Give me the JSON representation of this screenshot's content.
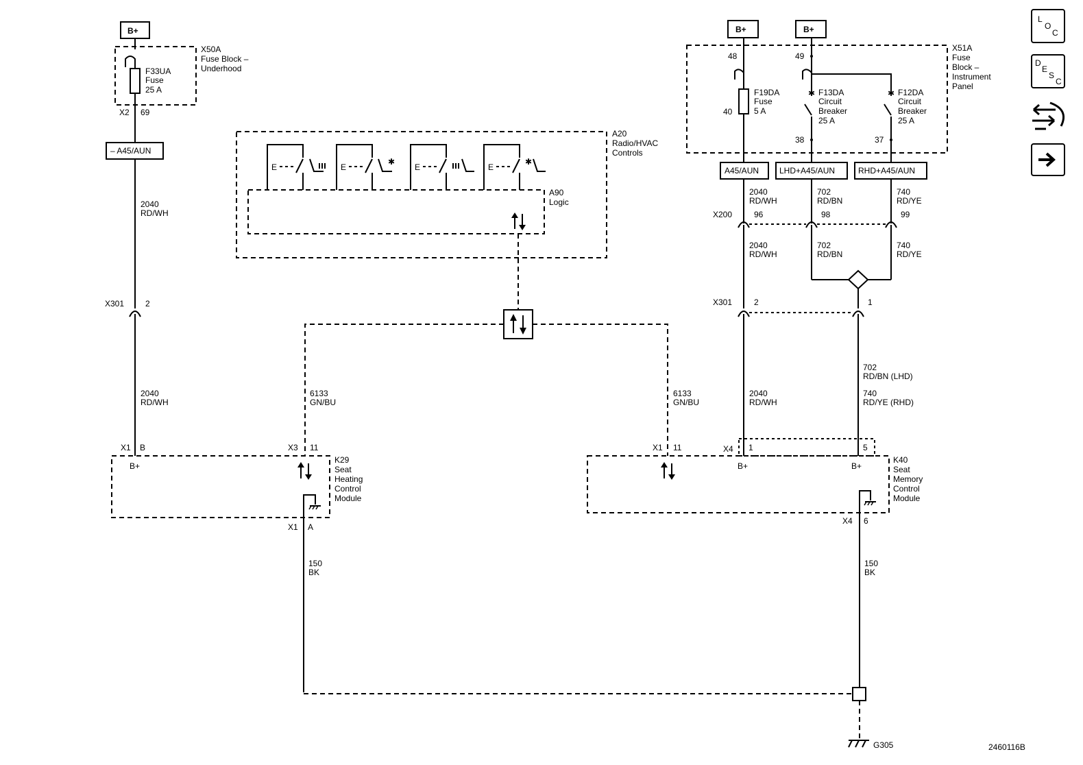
{
  "bplus": "B+",
  "x50a": {
    "id": "X50A",
    "l1": "Fuse Block –",
    "l2": "Underhood",
    "fuse": "F33UA",
    "fuse2": "Fuse",
    "amps": "25 A",
    "conn": "X2",
    "pin": "69"
  },
  "opt_left": "– A45/AUN",
  "wire_2040": "2040",
  "rdwh": "RD/WH",
  "x301": "X301",
  "pin2": "2",
  "pin1": "1",
  "k29": {
    "conn1": "X1",
    "pinB": "B",
    "bplus": "B+",
    "conn3": "X3",
    "pin11": "11",
    "id": "K29",
    "l1": "Seat",
    "l2": "Heating",
    "l3": "Control",
    "l4": "Module",
    "connA": "X1",
    "pinA": "A"
  },
  "a20": {
    "id": "A20",
    "l1": "Radio/HVAC",
    "l2": "Controls"
  },
  "a90": {
    "id": "A90",
    "l1": "Logic"
  },
  "wire_6133": "6133",
  "gnbu": "GN/BU",
  "x51a": {
    "id": "X51A",
    "l1": "Fuse",
    "l2": "Block –",
    "l3": "Instrument",
    "l4": "Panel",
    "pin48": "48",
    "pin49": "49",
    "pin40": "40",
    "pin38": "38",
    "pin37": "37",
    "f19": "F19DA",
    "f19b": "Fuse",
    "f19c": "5 A",
    "f13": "F13DA",
    "f12": "F12DA",
    "cb1": "Circuit",
    "cb2": "Breaker",
    "cb3": "25 A"
  },
  "opt_a45": "A45/AUN",
  "opt_lhd": "LHD+A45/AUN",
  "opt_rhd": "RHD+A45/AUN",
  "wire_702": "702",
  "rdbn": "RD/BN",
  "wire_740": "740",
  "rdye": "RD/YE",
  "x200": "X200",
  "pin96": "96",
  "pin98": "98",
  "pin99": "99",
  "rdbn_lhd": "RD/BN (LHD)",
  "rdye_rhd": "RD/YE (RHD)",
  "k40": {
    "conn1": "X1",
    "pin11": "11",
    "conn4": "X4",
    "pin1": "1",
    "pin5": "5",
    "bplus": "B+",
    "id": "K40",
    "l1": "Seat",
    "l2": "Memory",
    "l3": "Control",
    "l4": "Module",
    "conn6": "X4",
    "pin6": "6"
  },
  "wire_150": "150",
  "bk": "BK",
  "ground": "G305",
  "docnum": "2460116B",
  "nav": {
    "loc": [
      "L",
      "O",
      "C"
    ],
    "desc": [
      "D",
      "E",
      "S",
      "C"
    ]
  }
}
